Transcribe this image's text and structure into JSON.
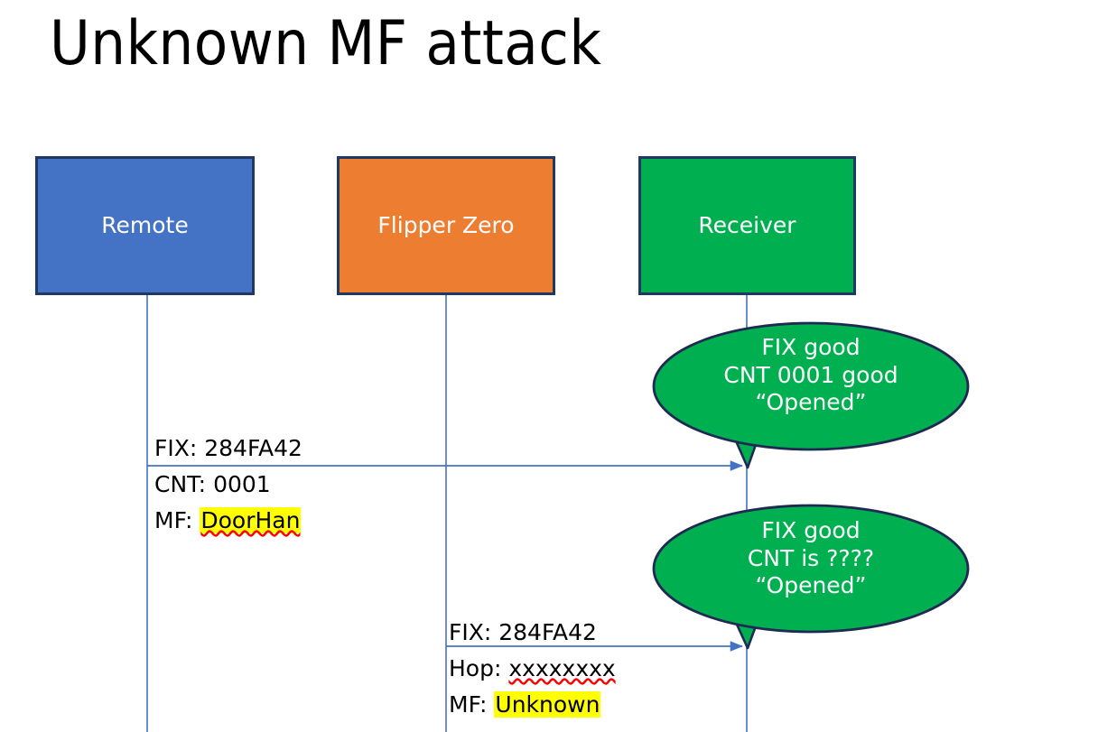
{
  "slide": {
    "title": "Unknown MF attack",
    "background_color": "#FFFFFF"
  },
  "colors": {
    "remote_fill": "#4472C4",
    "flipper_fill": "#ED7D31",
    "receiver_fill": "#00B050",
    "box_border": "#1F3864",
    "bubble_fill": "#00B050",
    "bubble_border": "#1F2A52",
    "lifeline": "#4472C4",
    "arrow": "#4472C4",
    "highlight": "#FFFF00",
    "spellcheck_underline": "#FF0000",
    "text_dark": "#000000",
    "text_light": "#FFFFFF"
  },
  "actors": [
    {
      "id": "remote",
      "label": "Remote"
    },
    {
      "id": "flipper",
      "label": "Flipper Zero"
    },
    {
      "id": "receiver",
      "label": "Receiver"
    }
  ],
  "messages": [
    {
      "id": "message-1",
      "from": "remote",
      "to": "receiver",
      "lines": [
        {
          "prefix": "FIX: ",
          "value": "284FA42",
          "highlight": false,
          "spellcheck_error": false
        },
        {
          "prefix": "CNT: ",
          "value": "0001",
          "highlight": false,
          "spellcheck_error": false
        },
        {
          "prefix": "MF: ",
          "value": "DoorHan",
          "highlight": true,
          "spellcheck_error": true
        }
      ]
    },
    {
      "id": "message-2",
      "from": "flipper",
      "to": "receiver",
      "lines": [
        {
          "prefix": "FIX: ",
          "value": "284FA42",
          "highlight": false,
          "spellcheck_error": false
        },
        {
          "prefix": "Hop: ",
          "value": "xxxxxxxx",
          "highlight": false,
          "spellcheck_error": true
        },
        {
          "prefix": "MF: ",
          "value": "Unknown",
          "highlight": true,
          "spellcheck_error": false
        }
      ]
    }
  ],
  "bubbles": [
    {
      "id": "bubble-1",
      "owner": "receiver",
      "line1": "FIX good",
      "line2": "CNT 0001 good",
      "line3": "“Opened”"
    },
    {
      "id": "bubble-2",
      "owner": "receiver",
      "line1": "FIX good",
      "line2": "CNT is ????",
      "line3": "“Opened”"
    }
  ]
}
